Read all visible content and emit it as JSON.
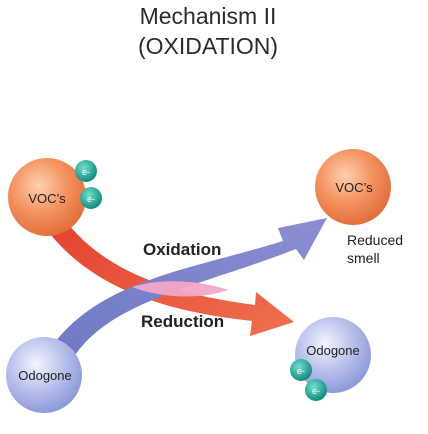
{
  "title": {
    "line1": "Mechanism II",
    "line2": "(OXIDATION)"
  },
  "labels": {
    "oxidation": "Oxidation",
    "reduction": "Reduction",
    "reduced_line1": "Reduced",
    "reduced_line2": "smell"
  },
  "nodes": {
    "voc_start": "VOC’s",
    "voc_end": "VOC’s",
    "odogone_start": "Odogone",
    "odogone_end": "Odogone"
  },
  "electron": "e-",
  "colors": {
    "oxidation_arrow": "#e8553d",
    "reduction_arrow": "#7f84c8",
    "voc_sphere": "#f4925e",
    "odogone_sphere": "#aeb7e6",
    "electron": "#1ea394",
    "crossing": "#f2a7c7"
  }
}
